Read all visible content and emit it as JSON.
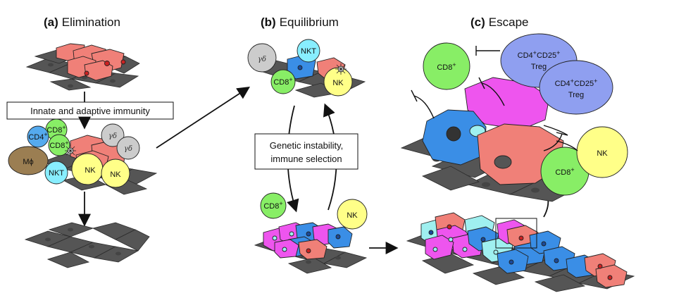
{
  "panels": {
    "a": {
      "letter": "(a)",
      "title": "Elimination"
    },
    "b": {
      "letter": "(b)",
      "title": "Equilibrium"
    },
    "c": {
      "letter": "(c)",
      "title": "Escape"
    }
  },
  "boxes": {
    "immunity": "Innate and adaptive immunity",
    "instability_line1": "Genetic instability,",
    "instability_line2": "immune selection"
  },
  "cells": {
    "cd4": "CD4",
    "cd8": "CD8",
    "plus": "+",
    "gamma_delta": "γδ",
    "macrophage": "Mϕ",
    "nkt": "NKT",
    "nk": "NK",
    "treg_cd4": "CD4",
    "treg_cd25": "CD25",
    "treg": "Treg"
  },
  "colors": {
    "tumor_red": "#f08078",
    "tumor_blue": "#3a8ee6",
    "tumor_magenta": "#ee55ee",
    "tumor_cyan": "#9ff0f0",
    "stroma_grey": "#555555",
    "cd8_green": "#88ee66",
    "cd4_blue": "#55aaee",
    "nk_yellow": "#ffff88",
    "nkt_cyan": "#88eeff",
    "macrophage_brown": "#9b7e52",
    "gd_grey": "#cccccc",
    "treg_lavender": "#8f9ff0"
  }
}
